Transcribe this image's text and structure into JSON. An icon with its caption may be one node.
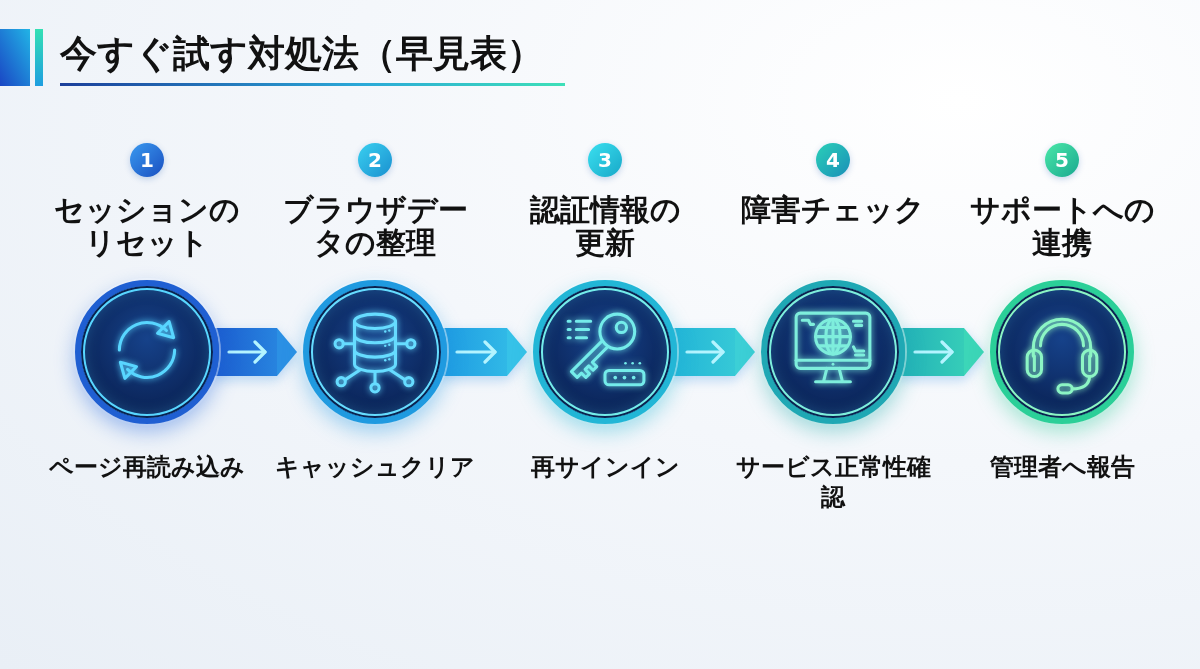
{
  "diagram": {
    "title": "今すぐ試す対処法（早見表）",
    "nodes": [
      {
        "text": [
          "1"
        ],
        "beside": [
          "セッションのリセット"
        ]
      },
      {
        "text": [],
        "shape": "circle",
        "beside": [
          "ページ再読み込み"
        ]
      },
      {
        "text": [
          "2"
        ],
        "beside": [
          "ブラウザデータの整理"
        ]
      },
      {
        "text": [],
        "shape": "circle",
        "beside": [
          "キャッシュクリア"
        ]
      },
      {
        "text": [
          "3"
        ],
        "beside": [
          "認証情報の更新"
        ]
      },
      {
        "text": [],
        "shape": "circle",
        "beside": [
          "再サインイン"
        ]
      },
      {
        "text": [
          "4"
        ],
        "beside": [
          "障害チェック"
        ]
      },
      {
        "text": [],
        "shape": "circle",
        "beside": [
          "サービス正常性確認"
        ]
      },
      {
        "text": [
          "5"
        ],
        "beside": [
          "サポートへの連携"
        ]
      },
      {
        "text": [],
        "shape": "circle",
        "beside": [
          "管理者へ報告"
        ]
      }
    ],
    "edges": [
      {
        "from": 1,
        "to": 3,
        "arrow": "to"
      },
      {
        "from": 3,
        "to": 5,
        "arrow": "to"
      },
      {
        "from": 5,
        "to": 7,
        "arrow": "to"
      },
      {
        "from": 7,
        "to": 9,
        "arrow": "to"
      }
    ]
  }
}
